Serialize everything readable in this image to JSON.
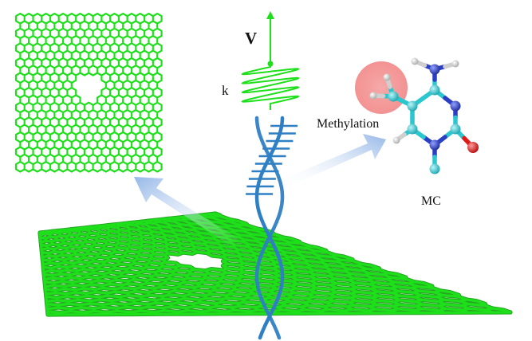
{
  "labels": {
    "velocity": "V",
    "spring_constant": "k",
    "methylation": "Methylation",
    "molecule": "MC"
  },
  "colors": {
    "graphene": "#1ee01a",
    "graphene_edge": "#0f9a0c",
    "dna": "#2f7fc4",
    "arrow": "#aac6ec",
    "carbon": "#2cc6cf",
    "nitrogen": "#2a3fc4",
    "oxygen": "#e01818",
    "hydrogen": "#e6e6e6",
    "highlight": "#f27a7a"
  },
  "icons": {
    "graphene_sheet": "graphene-nanopore-icon",
    "dna_strand": "dna-helix-icon",
    "spring": "spring-icon",
    "molecule": "methylcytosine-molecule-icon"
  }
}
